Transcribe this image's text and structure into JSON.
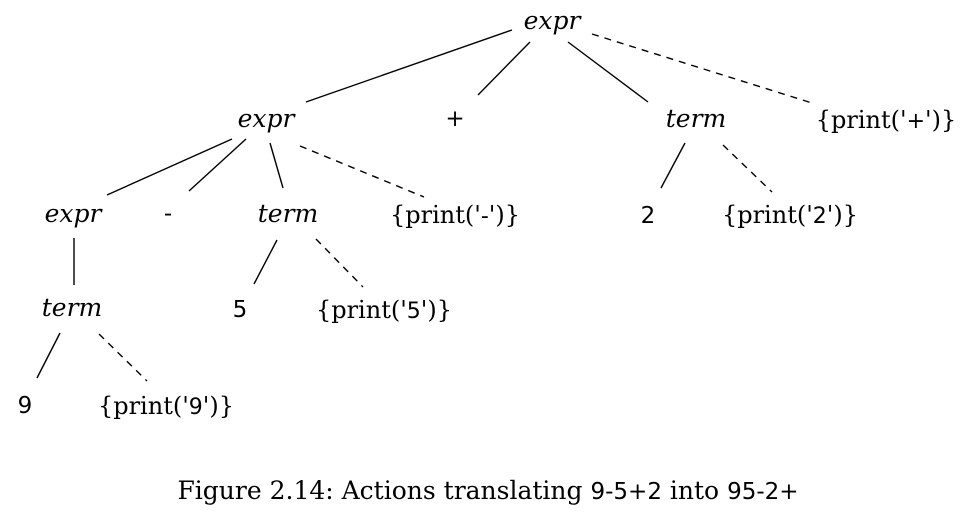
{
  "tree": {
    "root_label": "expr",
    "l1": {
      "expr": "expr",
      "plus": "+",
      "term": "term",
      "action_plus": {
        "pre": "{print('",
        "sym": "+",
        "post": "')}"
      }
    },
    "l2": {
      "expr": "expr",
      "minus": "-",
      "term": "term",
      "action_minus": {
        "pre": "{print('",
        "sym": "-",
        "post": "')}"
      },
      "two": "2",
      "action_two": {
        "pre": "{print('",
        "sym": "2",
        "post": "')}"
      }
    },
    "l3": {
      "term": "term",
      "five": "5",
      "action_five": {
        "pre": "{print('",
        "sym": "5",
        "post": "')}"
      }
    },
    "l4": {
      "nine": "9",
      "action_nine": {
        "pre": "{print('",
        "sym": "9",
        "post": "')}"
      }
    }
  },
  "caption": {
    "prefix": "Figure 2.14: Actions translating ",
    "input": "9-5+2",
    "middle": " into ",
    "output": "95-2+"
  }
}
